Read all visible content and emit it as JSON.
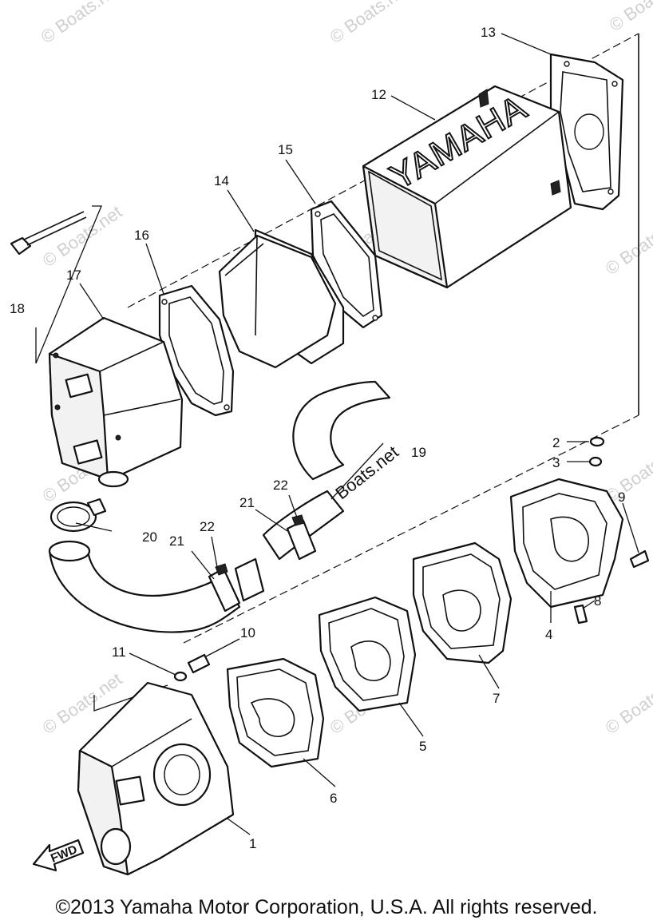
{
  "watermark": "© Boats.net",
  "brand_text": "YAMAHA",
  "fwd_label": "FWD",
  "copyright": "©2013 Yamaha Motor Corporation, U.S.A. All rights reserved.",
  "callouts": {
    "c1": "1",
    "c2": "2",
    "c3": "3",
    "c4": "4",
    "c5": "5",
    "c6": "6",
    "c7": "7",
    "c8": "8",
    "c9": "9",
    "c10": "10",
    "c11": "11",
    "c12": "12",
    "c13": "13",
    "c14": "14",
    "c15": "15",
    "c16": "16",
    "c17": "17",
    "c18": "18",
    "c19": "19",
    "c20": "20",
    "c21a": "21",
    "c21b": "21",
    "c22a": "22",
    "c22b": "22"
  }
}
